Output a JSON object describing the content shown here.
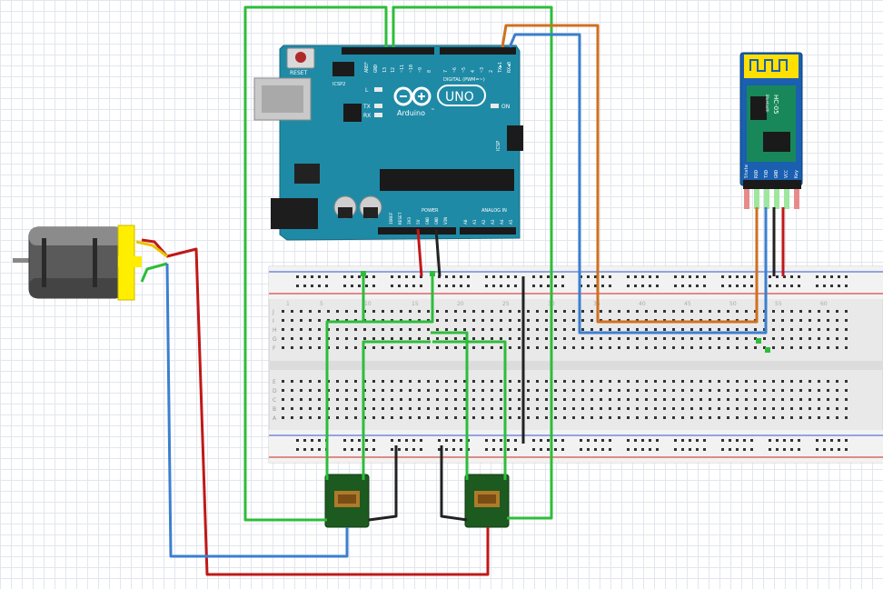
{
  "arduino": {
    "brand": "Arduino",
    "trademark": "™",
    "model": "UNO",
    "reset_label": "RESET",
    "icsp2_label": "ICSP2",
    "icsp_label": "ICSP",
    "led_l": "L",
    "led_tx": "TX",
    "led_rx": "RX",
    "on_label": "ON",
    "digital_label": "DIGITAL (PWM=~)",
    "power_label": "POWER",
    "analog_label": "ANALOG IN",
    "digital_pins": [
      "AREF",
      "GND",
      "13",
      "12",
      "~11",
      "~10",
      "~9",
      "8",
      "7",
      "~6",
      "~5",
      "4",
      "~3",
      "2",
      "TX▶1",
      "RX◀0"
    ],
    "power_pins": [
      "IOREF",
      "RESET",
      "3V3",
      "5V",
      "GND",
      "GND",
      "VIN"
    ],
    "analog_pins": [
      "A0",
      "A1",
      "A2",
      "A3",
      "A4",
      "A5"
    ]
  },
  "bluetooth": {
    "model": "HC-05",
    "subtitle": "Bluetooth",
    "pins": [
      "State",
      "RXD",
      "TXD",
      "GND",
      "VCC",
      "Key"
    ]
  },
  "breadboard": {
    "row_letters_top": [
      "J",
      "I",
      "H",
      "G",
      "F"
    ],
    "row_letters_bottom": [
      "E",
      "D",
      "C",
      "B",
      "A"
    ],
    "column_numbers": [
      "1",
      "5",
      "10",
      "15",
      "20",
      "25",
      "30",
      "35",
      "40",
      "45",
      "50",
      "55",
      "60"
    ]
  },
  "colors": {
    "board": "#1f8aa6",
    "wire_green": "#2dbd3a",
    "wire_red": "#c01818",
    "wire_blue": "#3b7fd0",
    "wire_orange": "#d0701f",
    "wire_black": "#222222",
    "motor_yellow": "#ffee00",
    "bt_blue": "#1a5fb0"
  }
}
